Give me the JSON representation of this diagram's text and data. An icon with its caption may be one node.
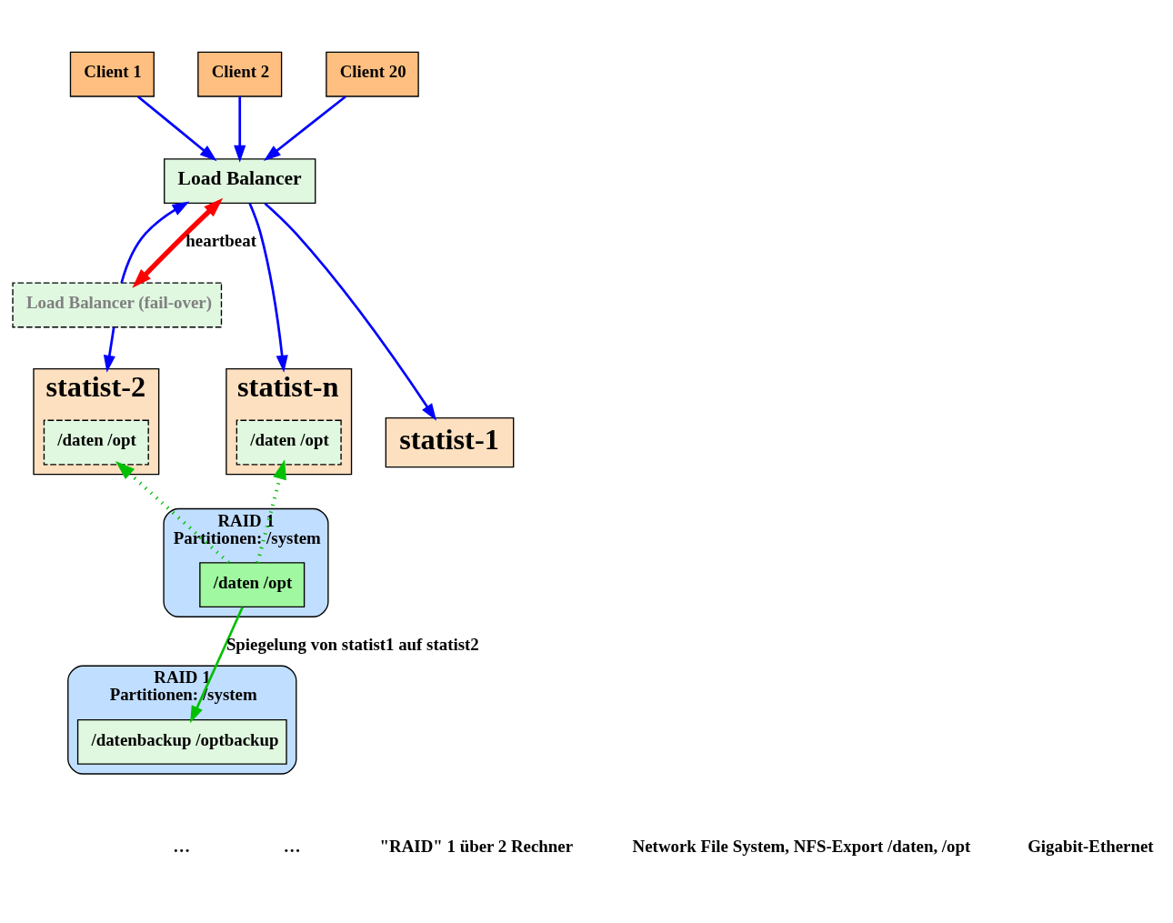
{
  "diagram": {
    "nodes": [
      {
        "text": [
          "Client 1"
        ]
      },
      {
        "text": [
          "Client 2"
        ]
      },
      {
        "text": [
          "Client 20"
        ]
      },
      {
        "text": [
          "Load Balancer"
        ]
      },
      {
        "text": [
          "statist-1"
        ]
      },
      {
        "text": [
          "RAID 1",
          "Partitionen: /system"
        ]
      },
      {
        "text": [
          "/daten /opt"
        ],
        "in": 5
      },
      {
        "text": [
          "Load Balancer (fail-over)"
        ]
      },
      {
        "text": [
          "statist-2"
        ]
      },
      {
        "text": [
          "/daten /opt"
        ],
        "in": 8
      },
      {
        "text": [
          "RAID 1",
          "Partitionen: /system"
        ]
      },
      {
        "text": [
          "/datenbackup /optbackup"
        ],
        "in": 10
      },
      {
        "text": [
          "statist-n"
        ]
      },
      {
        "text": [
          "/daten /opt"
        ],
        "in": 12
      }
    ],
    "edges": [
      {
        "from": 0,
        "to": 3,
        "arrow": "to"
      },
      {
        "from": 1,
        "to": 3,
        "arrow": "to"
      },
      {
        "from": 2,
        "to": 3,
        "arrow": "to"
      },
      {
        "from": 7,
        "to": 3,
        "arrow": "to"
      },
      {
        "from": 3,
        "to": 12,
        "arrow": "to"
      },
      {
        "from": 3,
        "to": 4,
        "arrow": "to"
      },
      {
        "from": 3,
        "to": 7,
        "arrow": "both",
        "label": "heartbeat",
        "style": "thick",
        "color": "#ff0000"
      },
      {
        "from": 7,
        "to": 8,
        "arrow": "to"
      },
      {
        "from": 6,
        "to": 11,
        "arrow": "to",
        "label": "Spiegelung von statist1 auf statist2",
        "color": "#00c000"
      },
      {
        "from": 6,
        "to": 9,
        "arrow": "to",
        "style": "dashed",
        "color": "#00c000"
      },
      {
        "from": 6,
        "to": 13,
        "arrow": "to",
        "style": "dashed",
        "color": "#00c000"
      }
    ],
    "labels": [
      "…",
      "…",
      "\"RAID\" 1 über 2 Rechner",
      "Network File System, NFS-Export /daten, /opt",
      "Gigabit-Ethernet"
    ]
  }
}
